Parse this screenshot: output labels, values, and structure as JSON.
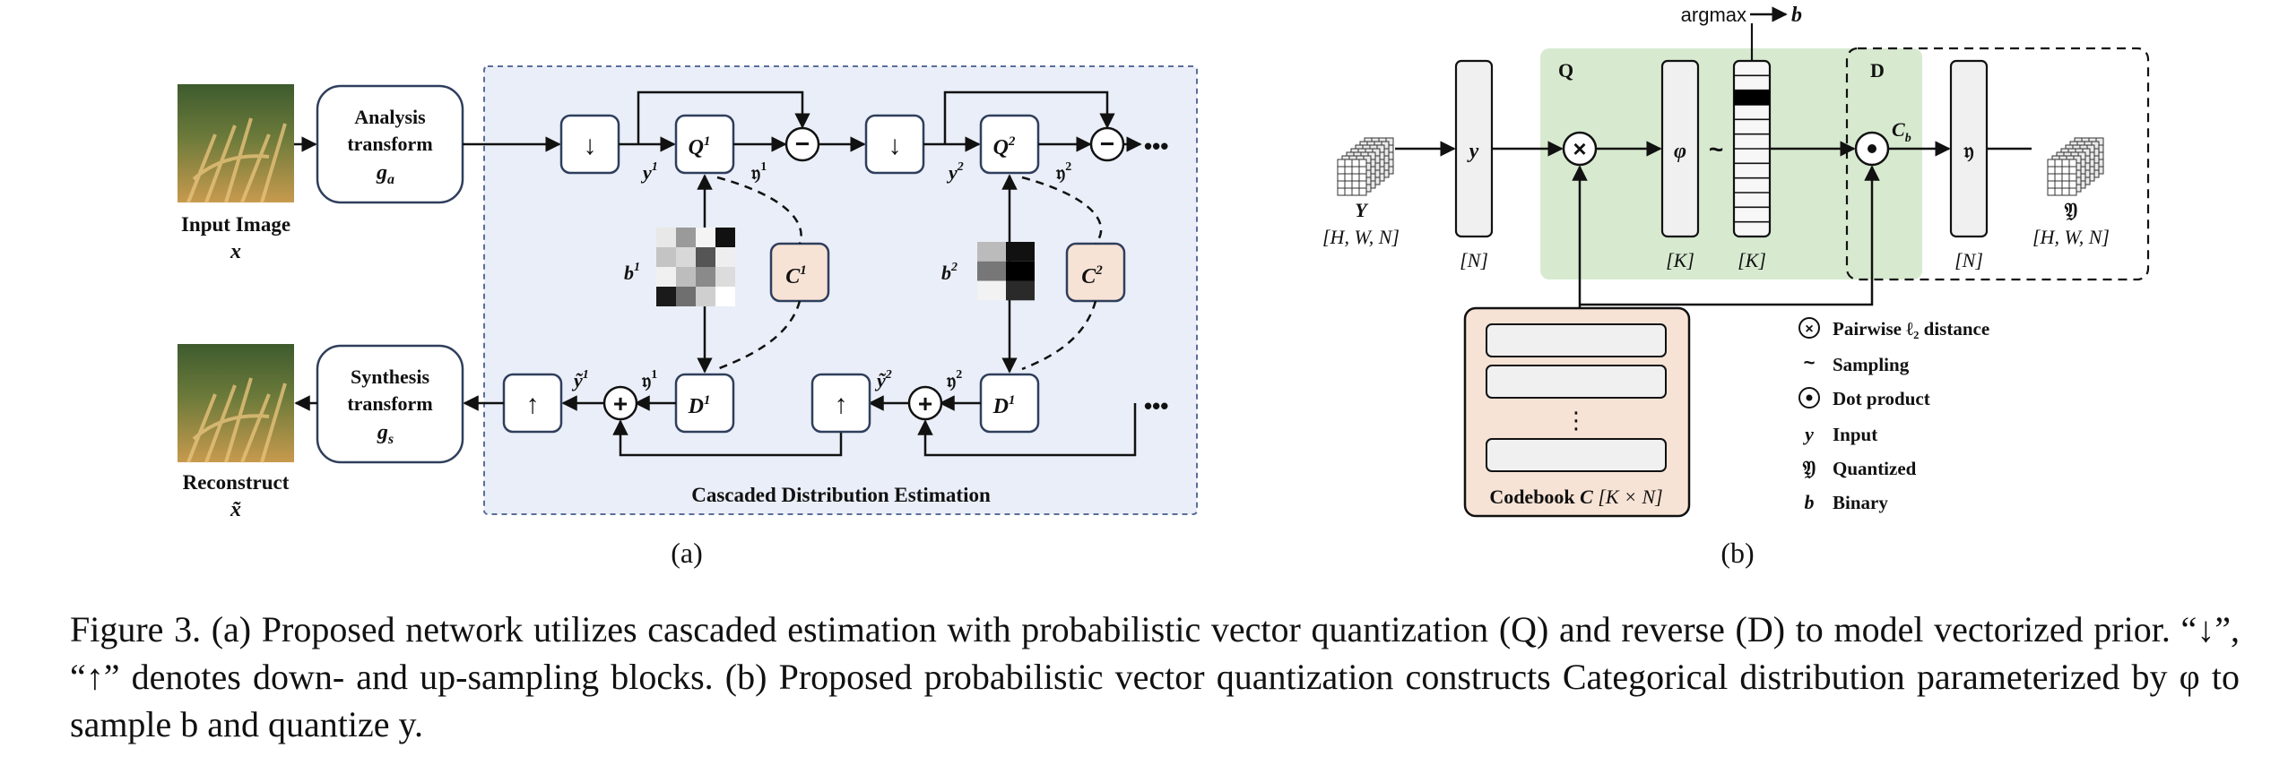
{
  "panel_a": {
    "input_label": "Input Image",
    "input_var": "x",
    "analysis": [
      "Analysis",
      "transform",
      "g",
      "a"
    ],
    "synthesis": [
      "Synthesis",
      "transform",
      "g",
      "s"
    ],
    "recon_label": "Reconstruct",
    "recon_var": "x̃",
    "down_symbol": "↓",
    "up_symbol": "↑",
    "minus_symbol": "−",
    "plus_symbol": "+",
    "dots": "•••",
    "q1": "Q",
    "q1_sup": "1",
    "q2": "Q",
    "q2_sup": "2",
    "d1": "D",
    "d1_sup": "1",
    "d2": "D",
    "d2_sup": "1",
    "c1": "C",
    "c1_sup": "1",
    "c2": "C",
    "c2_sup": "2",
    "b1": "b",
    "b1_sup": "1",
    "b2": "b",
    "b2_sup": "2",
    "y1": "y",
    "y1_sup": "1",
    "y2": "y",
    "y2_sup": "2",
    "yq1": "𝔶",
    "yq1_sup": "1",
    "yq2": "𝔶",
    "yq2_sup": "2",
    "yqb1": "𝔶",
    "yqb1_sup": "1",
    "yqb2": "𝔶",
    "yqb2_sup": "2",
    "yt1": "ỹ",
    "yt1_sup": "1",
    "yt2": "ỹ",
    "yt2_sup": "2",
    "cascade_label": "Cascaded Distribution Estimation",
    "panel_label": "(a)",
    "grid1_shades": [
      "#e8e8e8",
      "#9a9a9a",
      "#f4f4f4",
      "#111111",
      "#c4c4c4",
      "#d8d8d8",
      "#555555",
      "#eeeeee",
      "#f0f0f0",
      "#bdbdbd",
      "#8a8a8a",
      "#dcdcdc",
      "#1a1a1a",
      "#6f6f6f",
      "#cfcfcf",
      "#ffffff"
    ],
    "grid2_shades": [
      "#bbbbbb",
      "#111111",
      "#777777",
      "#000000",
      "#f2f2f2",
      "#2a2a2a"
    ],
    "colors": {
      "cascade_bg": "#e9eef8",
      "cascade_border": "#5b6e9a",
      "codebook_bg": "#f7e3d5",
      "box_border": "#2f3e5c"
    }
  },
  "panel_b": {
    "Y_label": "Y",
    "Y_dims": "[H, W, N]",
    "y_label": "y",
    "y_dim": "[N]",
    "Q_label": "Q",
    "D_label": "D",
    "times_symbol": "×",
    "phi_label": "φ",
    "phi_dim": "[K]",
    "tilde_symbol": "~",
    "sample_dim": "[K]",
    "argmax": "argmax",
    "b_label": "b",
    "dot_symbol": "•",
    "cb_label": "C",
    "cb_sub": "b",
    "yq_label": "𝔶",
    "yq_dim": "[N]",
    "Yq_label": "𝔜",
    "Yq_dims": "[H, W, N]",
    "codebook": "Codebook",
    "codebook_var": "C",
    "codebook_dim": "[K × N]",
    "codebook_dots": "⋮",
    "legend": [
      {
        "sym": "⊗",
        "text": "Pairwise ℓ₂ distance"
      },
      {
        "sym": "~",
        "text": "Sampling"
      },
      {
        "sym": "⊙",
        "text": "Dot product"
      },
      {
        "sym": "y",
        "text": "Input"
      },
      {
        "sym": "𝔜",
        "text": "Quantized"
      },
      {
        "sym": "b",
        "text": "Binary"
      }
    ],
    "panel_label": "(b)",
    "colors": {
      "q_bg": "#d7ead0",
      "codebook_bg": "#f7e3d5",
      "highlight": "#000000"
    }
  },
  "caption": "Figure 3. (a) Proposed network utilizes cascaded estimation with probabilistic vector quantization (Q) and reverse (D) to model vectorized prior. “↓”, “↑” denotes down- and up-sampling blocks. (b) Proposed probabilistic vector quantization constructs Categorical distribution parameterized by φ to sample b and quantize y."
}
